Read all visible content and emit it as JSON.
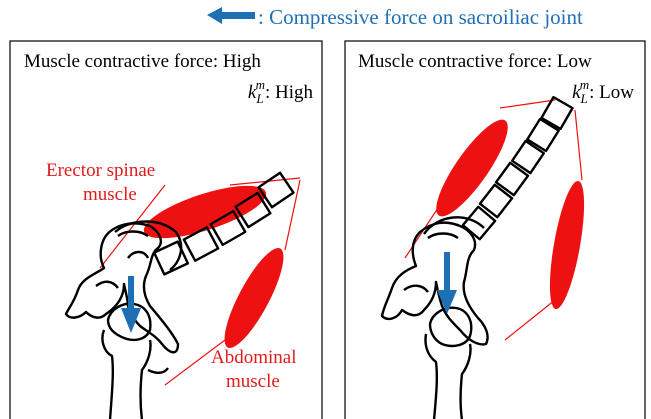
{
  "legend": {
    "text": ": Compressive force on sacroiliac joint"
  },
  "colors": {
    "muscle": "#ee1111",
    "force": "#1f6fb5",
    "outline": "#000000",
    "label_red": "#e31a1c"
  },
  "panels": [
    {
      "force_text": "Muscle contractive force: High",
      "k_symbol_base": "k",
      "k_sub": "L",
      "k_sup": "m",
      "k_value": ": High"
    },
    {
      "force_text": "Muscle contractive force: Low",
      "k_symbol_base": "k",
      "k_sub": "L",
      "k_sup": "m",
      "k_value": ": Low"
    }
  ],
  "labels": {
    "erector_line1": "Erector spinae",
    "erector_line2": "muscle",
    "abdominal_line1": "Abdominal",
    "abdominal_line2": "muscle"
  }
}
